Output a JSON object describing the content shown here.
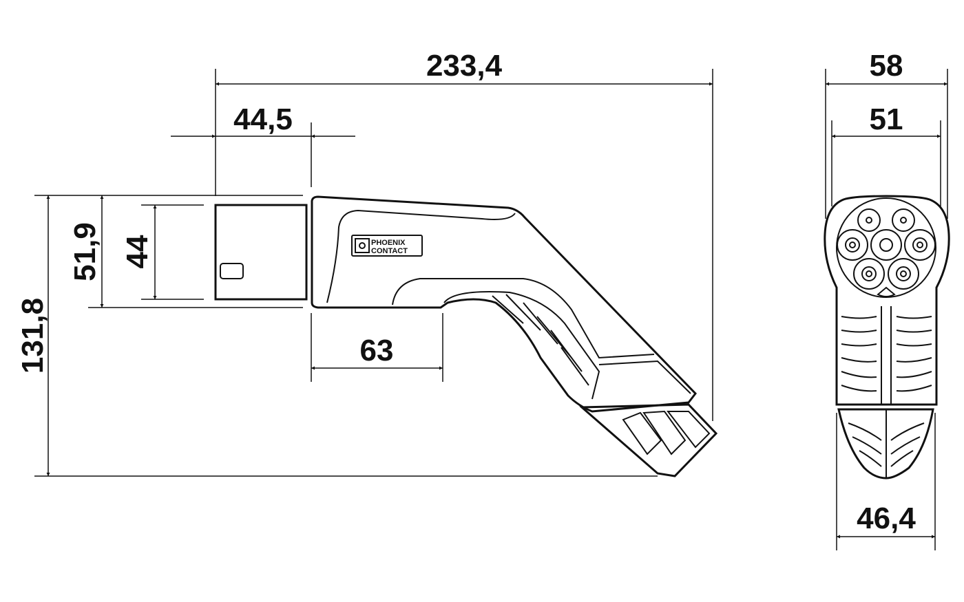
{
  "drawing": {
    "dimensions": {
      "overall_length": "233,4",
      "nose_length": "44,5",
      "overall_height": "131,8",
      "nose_height_outer": "51,9",
      "nose_height_inner": "44",
      "grip_opening": "63",
      "front_width_outer": "58",
      "front_width_inner": "51",
      "front_width_bottom": "46,4"
    },
    "logo": {
      "line1": "PHOENIX",
      "line2": "CONTACT"
    }
  }
}
